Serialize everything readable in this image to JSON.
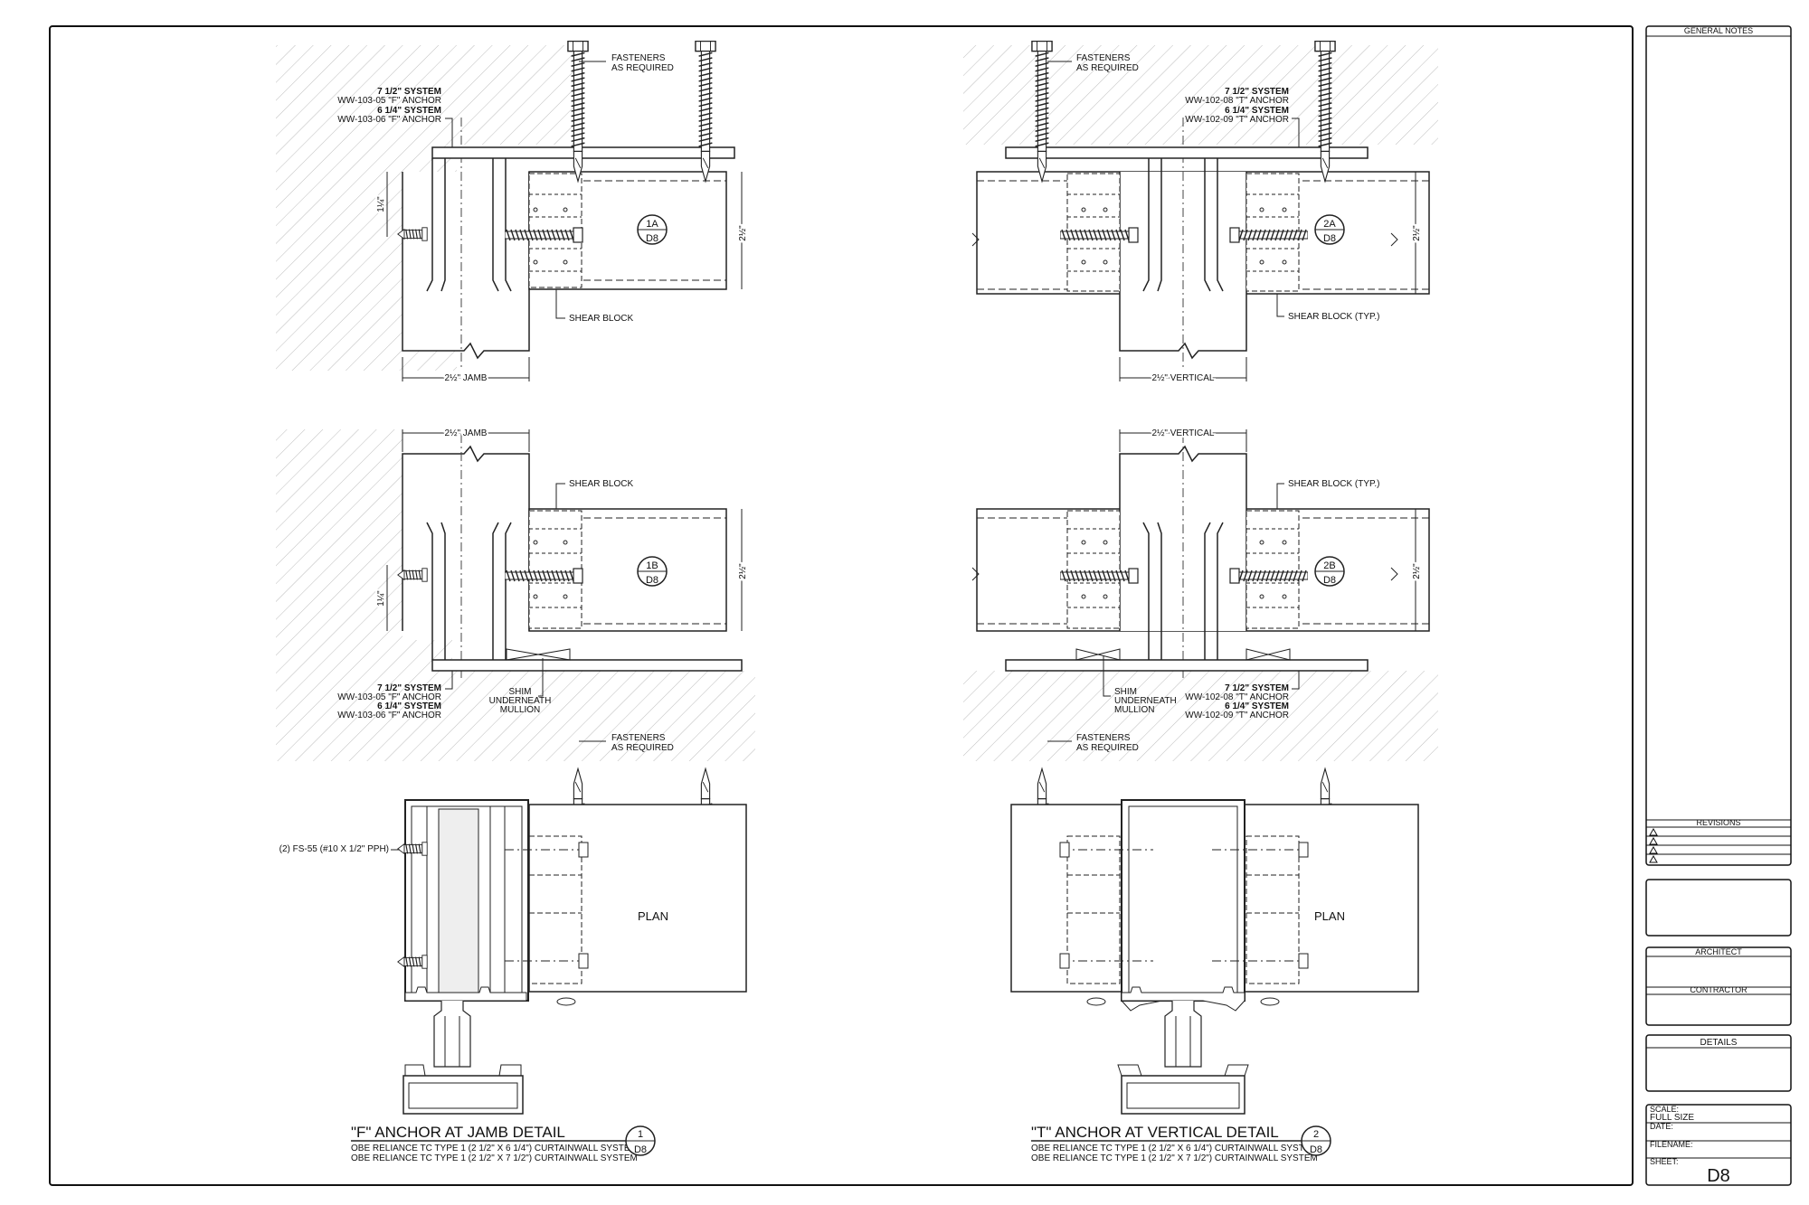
{
  "title_block": {
    "general_notes": "GENERAL NOTES",
    "revisions": "REVISIONS",
    "architect": "ARCHITECT",
    "contractor": "CONTRACTOR",
    "details": "DETAILS",
    "scale_label": "SCALE:",
    "scale_value": "FULL SIZE",
    "date_label": "DATE:",
    "filename_label": "FILENAME:",
    "sheet_label": "SHEET:",
    "sheet_value": "D8"
  },
  "detail1": {
    "fasteners_1": "FASTENERS",
    "fasteners_2": "AS REQUIRED",
    "sys75": "7 1/2\" SYSTEM",
    "anchor75": "WW-103-05 \"F\" ANCHOR",
    "sys625": "6 1/4\" SYSTEM",
    "anchor625": "WW-103-06 \"F\" ANCHOR",
    "shear_block": "SHEAR BLOCK",
    "dim_jamb": "2½\" JAMB",
    "dim_12": "1¼\"",
    "dim_21": "2½\"",
    "bubble_a_top": "1A",
    "bubble_a_bot": "D8",
    "bubble_b_top": "1B",
    "bubble_b_bot": "D8",
    "shim_1": "SHIM",
    "shim_2": "UNDERNEATH",
    "shim_3": "MULLION",
    "fs55": "(2) FS-55 (#10 X 1/2\" PPH)",
    "plan": "PLAN",
    "title": "\"F\" ANCHOR AT JAMB DETAIL",
    "sub1": "OBE RELIANCE TC TYPE 1 (2 1/2\" X 6 1/4\") CURTAINWALL SYSTEM",
    "sub2": "OBE RELIANCE TC TYPE 1 (2 1/2\" X 7 1/2\") CURTAINWALL SYSTEM",
    "num": "1",
    "sheet": "D8"
  },
  "detail2": {
    "fasteners_1": "FASTENERS",
    "fasteners_2": "AS REQUIRED",
    "sys75": "7 1/2\" SYSTEM",
    "anchor75": "WW-102-08 \"T\" ANCHOR",
    "sys625": "6 1/4\" SYSTEM",
    "anchor625": "WW-102-09 \"T\" ANCHOR",
    "shear_block": "SHEAR BLOCK (TYP.)",
    "dim_vertical": "2½\" VERTICAL",
    "dim_21": "2½\"",
    "bubble_a_top": "2A",
    "bubble_a_bot": "D8",
    "bubble_b_top": "2B",
    "bubble_b_bot": "D8",
    "shim_1": "SHIM",
    "shim_2": "UNDERNEATH",
    "shim_3": "MULLION",
    "plan": "PLAN",
    "title": "\"T\" ANCHOR AT VERTICAL DETAIL",
    "sub1": "OBE RELIANCE TC TYPE 1 (2 1/2\" X 6 1/4\") CURTAINWALL SYSTEM",
    "sub2": "OBE RELIANCE TC TYPE 1 (2 1/2\" X 7 1/2\") CURTAINWALL SYSTEM",
    "num": "2",
    "sheet": "D8"
  }
}
